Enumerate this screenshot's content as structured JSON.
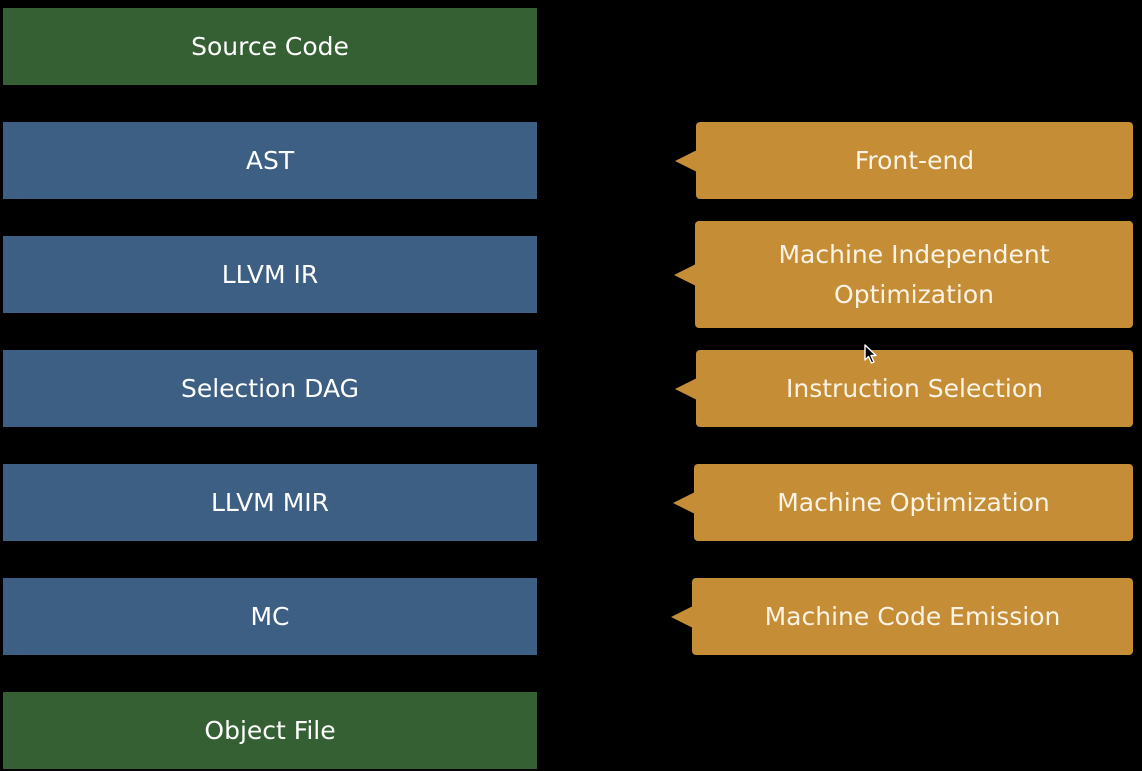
{
  "stages": [
    {
      "label": "Source Code",
      "kind": "endpoint"
    },
    {
      "label": "AST",
      "kind": "ir"
    },
    {
      "label": "LLVM IR",
      "kind": "ir"
    },
    {
      "label": "Selection DAG",
      "kind": "ir"
    },
    {
      "label": "LLVM MIR",
      "kind": "ir"
    },
    {
      "label": "MC",
      "kind": "ir"
    },
    {
      "label": "Object File",
      "kind": "endpoint"
    }
  ],
  "phases": [
    {
      "line1": "Front-end"
    },
    {
      "line1": "Machine Independent",
      "line2": "Optimization"
    },
    {
      "line1": "Instruction Selection"
    },
    {
      "line1": "Machine Optimization"
    },
    {
      "line1": "Machine Code Emission"
    }
  ],
  "colors": {
    "background": "#000000",
    "endpoint": "#356034",
    "ir": "#3c5f83",
    "phase": "#c58d35"
  },
  "icons": {
    "cursor": "mouse-pointer-icon"
  }
}
